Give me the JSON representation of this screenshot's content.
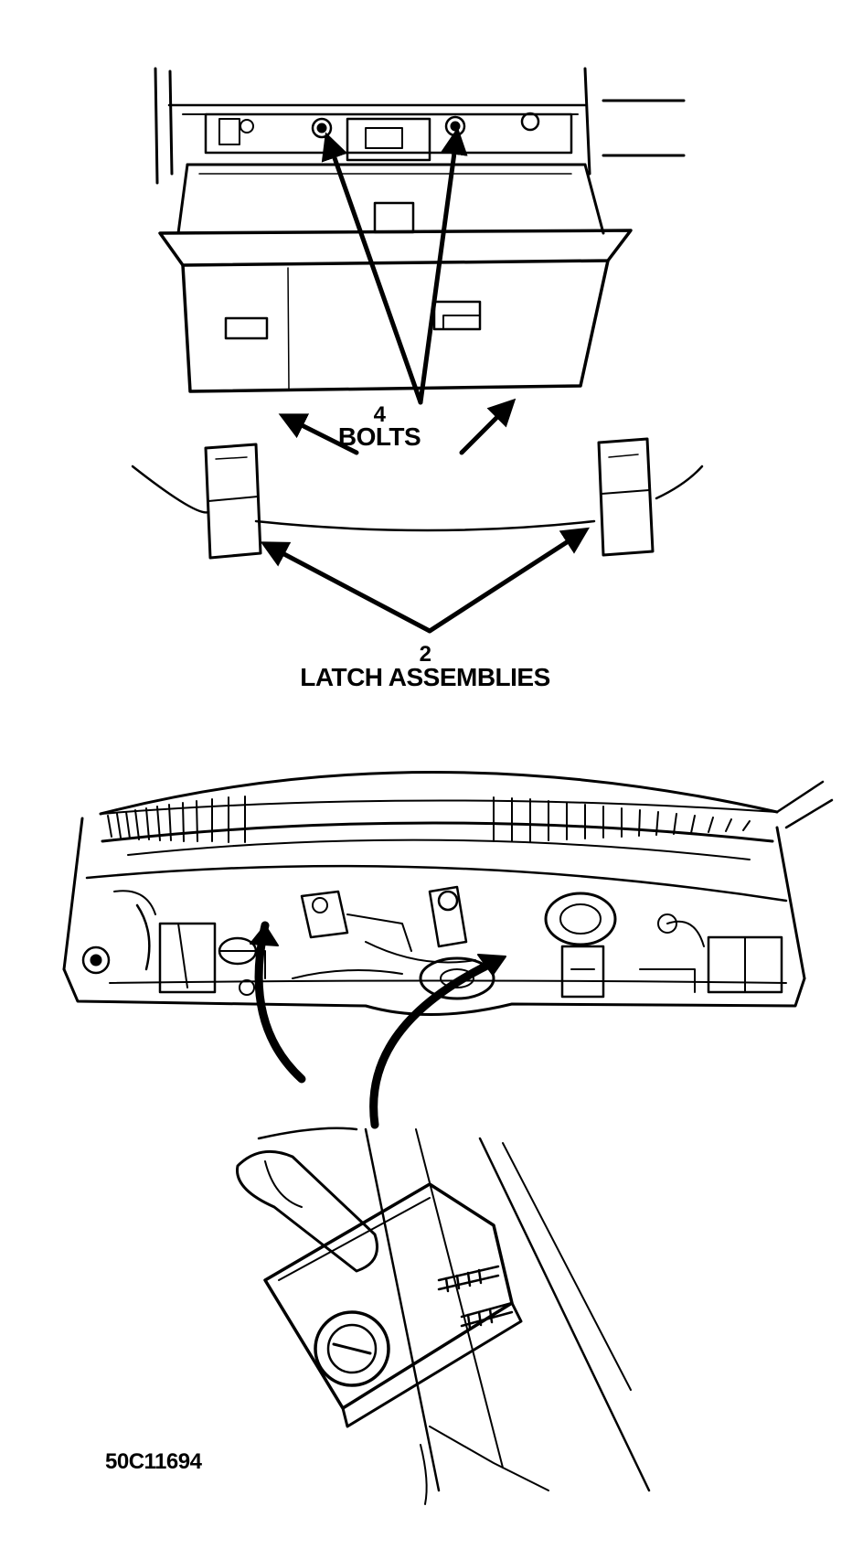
{
  "labels": {
    "bolts_count": "4",
    "bolts": "BOLTS",
    "latch_count": "2",
    "latch": "LATCH ASSEMBLIES",
    "figure_id": "50C11694"
  },
  "colors": {
    "ink": "#000000",
    "paper": "#ffffff"
  }
}
